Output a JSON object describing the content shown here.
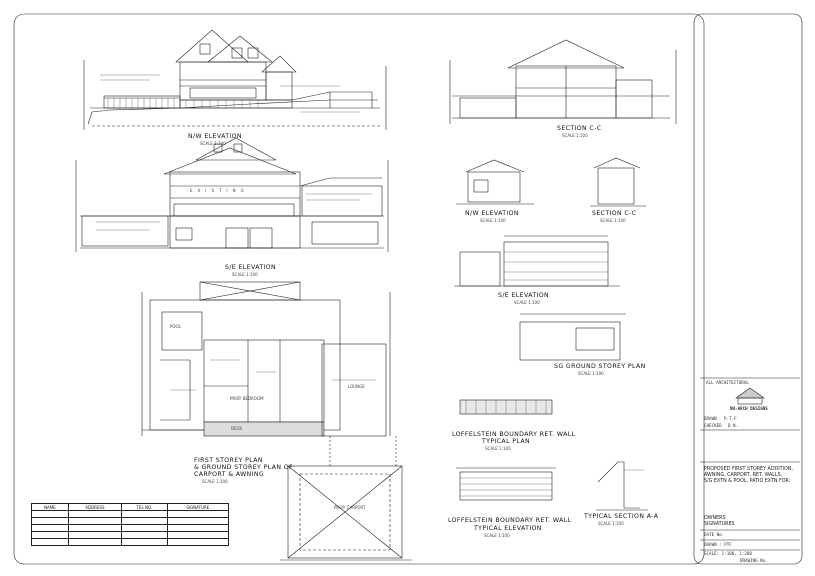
{
  "drawings": {
    "nw_elevation": {
      "title": "N/W ELEVATION",
      "scale": "SCALE 1:100"
    },
    "se_elevation": {
      "title": "S/E ELEVATION",
      "scale": "SCALE 1:100"
    },
    "section_cc_main": {
      "title": "SECTION C-C",
      "scale": "SCALE 1:100"
    },
    "nw_elevation_small": {
      "title": "N/W ELEVATION",
      "scale": "SCALE 1:100"
    },
    "section_cc_small": {
      "title": "SECTION C-C",
      "scale": "SCALE 1:100"
    },
    "se_elevation_small": {
      "title": "S/E ELEVATION",
      "scale": "SCALE 1:100"
    },
    "sg_ground": {
      "title": "SG GROUND STOREY PLAN",
      "scale": "SCALE 1:100"
    },
    "loff_plan": {
      "title1": "LOFFELSTEIN BOUNDARY RET. WALL",
      "title2": "TYPICAL PLAN",
      "scale": "SCALE 1:100"
    },
    "loff_elev": {
      "title1": "LOFFELSTEIN BOUNDARY RET. WALL",
      "title2": "TYPICAL ELEVATION",
      "scale": "SCALE 1:100"
    },
    "typ_section": {
      "title": "TYPICAL SECTION A-A",
      "scale": "SCALE 1:100"
    },
    "first_storey": {
      "title1": "FIRST STOREY PLAN",
      "title2": "& GROUND STOREY PLAN OF",
      "title3": "CARPORT & AWNING",
      "scale": "SCALE 1:100"
    }
  },
  "room_labels": {
    "existing": "EXISTING",
    "lounge": "LOUNGE",
    "prop_bedroom": "PROP. BEDROOM",
    "carport": "PROP. CARPORT",
    "pool": "POOL",
    "deck": "DECK"
  },
  "schedule": {
    "headers": [
      "NAME",
      "ADDRESS",
      "TEL NO.",
      "SIGNATURE"
    ],
    "rows": 5
  },
  "title_block": {
    "firm": "NU-ARCH DESIGNS",
    "firm_top": "ALL ARCHITECTURAL",
    "drawn_label": "DRAWN",
    "drawn_val": "P.T.F.",
    "checked_label": "CHECKED",
    "checked_val": "D.N.",
    "project": "PROPOSED FIRST STOREY ADDITION,\nAWNING, CARPORT, RET. WALLS,\nS/G EXTN & POOL, PATIO EXTN FOR:",
    "owner": "OWNERS\nSIGNATURES",
    "date_label": "DATE No.",
    "drawn2": "DRAWN :   PTF",
    "scale": "SCALE:  1:100, 1:200",
    "drawing_no": "DRAWING No."
  }
}
